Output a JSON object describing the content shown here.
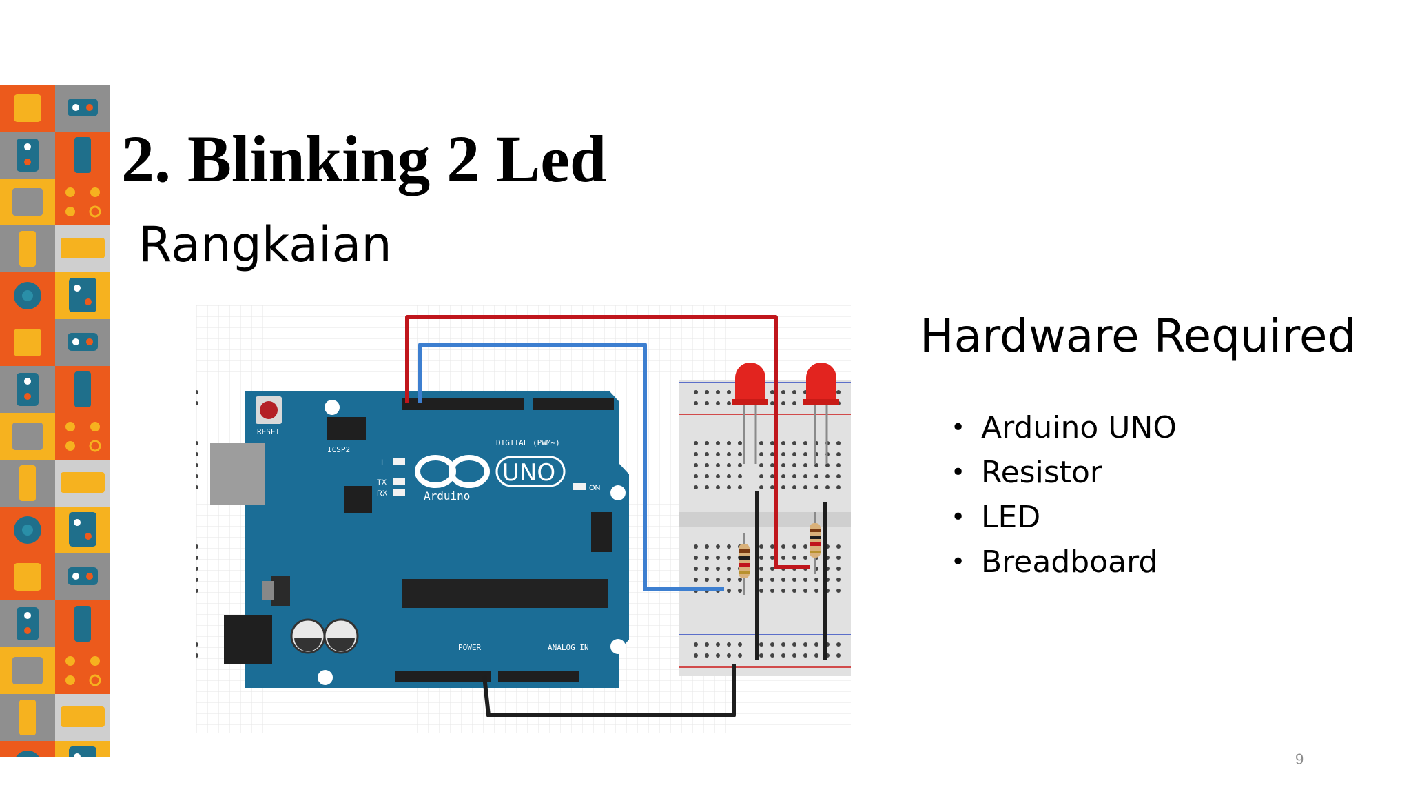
{
  "slide": {
    "title": "2. Blinking 2 Led",
    "subtitle": "Rangkaian",
    "hardware_heading": "Hardware Required",
    "hardware_items": [
      "Arduino UNO",
      "Resistor",
      "LED",
      "Breadboard"
    ],
    "page_number": "9"
  },
  "circuit": {
    "board_logo_text": "UNO",
    "board_brand_text": "Arduino",
    "reset_label": "RESET",
    "icsp_label": "ICSP2",
    "digital_label": "DIGITAL (PWM~)",
    "analog_label": "ANALOG IN",
    "power_label": "POWER",
    "on_label": "ON",
    "led_label_l": "L",
    "tx_label": "TX",
    "rx_label": "RX"
  },
  "colors": {
    "board": "#1b6d96",
    "wire_red": "#c0161c",
    "wire_blue": "#3d7fd0",
    "wire_black": "#1e1e1e",
    "led": "#e2241f"
  },
  "icons": {
    "deco_strip": "electronic-components-pattern"
  }
}
